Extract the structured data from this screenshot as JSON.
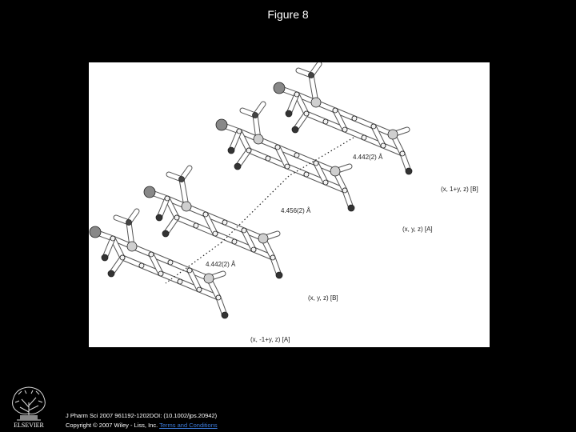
{
  "slide": {
    "title": "Figure 8"
  },
  "figure": {
    "labels": {
      "dist_top": "4.442(2) Å",
      "dist_mid": "4.456(2) Å",
      "dist_bottom": "4.442(2) Å",
      "mol_top_b": "(x, 1+y, z) [B]",
      "mol_a": "(x, y, z) [A]",
      "mol_b": "(x, y, z) [B]",
      "mol_bottom_a": "(x, -1+y, z) [A]"
    }
  },
  "footer": {
    "publisher_logo_text": "ELSEVIER",
    "citation_line1": "J Pharm Sci 2007 961192-1202DOI: (10.1002/jps.20942)",
    "citation_line2_text": "Copyright © 2007 Wiley - Liss, Inc.",
    "citation_link": "Terms and Conditions"
  },
  "colors": {
    "background": "#000000",
    "link": "#3d7bd9",
    "panel": "#ffffff"
  }
}
